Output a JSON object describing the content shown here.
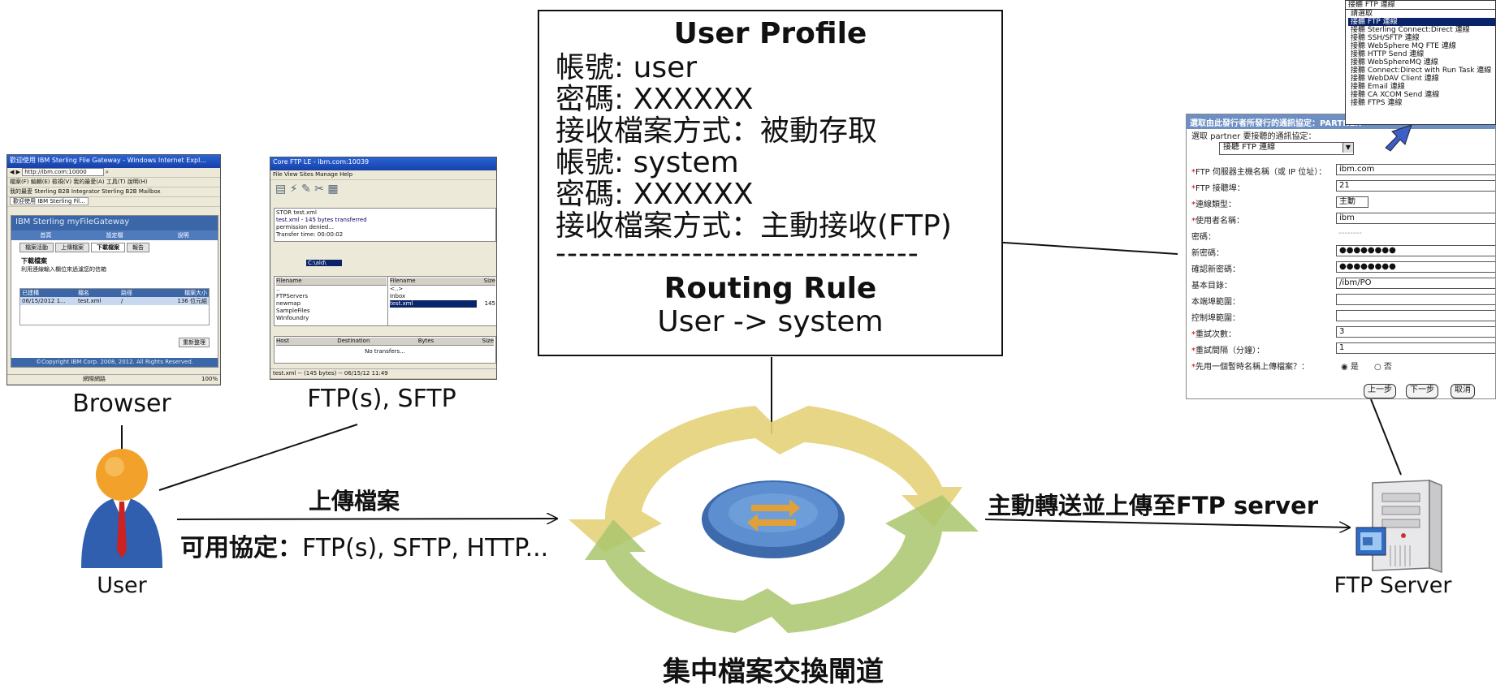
{
  "labels": {
    "browser": "Browser",
    "ftp_clients": "FTP(s), SFTP",
    "user": "User",
    "ftp_server": "FTP Server",
    "gateway": "集中檔案交換閘道"
  },
  "arrows": {
    "upload_title": "上傳檔案",
    "upload_protocols_prefix": "可用協定：",
    "upload_protocols": "FTP(s), SFTP, HTTP...",
    "push_label": "主動轉送並上傳至FTP server"
  },
  "profile": {
    "title": "User Profile",
    "lines": [
      "帳號: user",
      "密碼: XXXXXX",
      "接收檔案方式：被動存取",
      "帳號: system",
      "密碼: XXXXXX",
      "接收檔案方式：主動接收(FTP)"
    ],
    "separator": "--------------------------------",
    "routing_title": "Routing Rule",
    "routing_rule": "User -> system"
  },
  "browser_window": {
    "title": "歡迎使用 IBM Sterling File Gateway - Windows Internet Expl...",
    "address": "http://ibm.com:10000",
    "menu": "檔案(F)  編輯(E)  檢視(V)  我的最愛(A)  工具(T)  說明(H)",
    "favorites": "我的最愛   Sterling B2B Integrator   Sterling B2B Mailbox",
    "tab": "歡迎使用 IBM Sterling Fil...",
    "app_title": "IBM Sterling myFileGateway",
    "nav": [
      "首頁",
      "設定檔",
      "說明"
    ],
    "tabs": [
      "檔案活動",
      "上傳檔案",
      "下載檔案",
      "報告"
    ],
    "section_title": "下載檔案",
    "section_desc": "利用連線輸入欄位來過濾您的信箱",
    "columns": [
      "已建構",
      "檔名",
      "路徑",
      "檔案大小"
    ],
    "row": [
      "06/15/2012 1...",
      "test.xml",
      "/",
      "136 位元組"
    ],
    "refresh": "重新整理",
    "copyright": "©Copyright IBM Corp. 2008, 2012. All Rights Reserved.",
    "status": "網際網路",
    "zoom": "100%"
  },
  "ftp_window": {
    "title": "Core FTP LE - ibm.com:10039",
    "menu": "File  View  Sites  Manage  Help",
    "log": [
      "STOR test.xml",
      "test.xml - 145 bytes transferred",
      "permission denied...",
      "Transfer time: 00:00:02"
    ],
    "local_drive": "C:\\ald\\",
    "local_header": "Filename",
    "local_files": [
      "..",
      "FTPServers",
      "newmap",
      "SampleFiles",
      "Winfoundry"
    ],
    "remote_header": [
      "Filename",
      "Size"
    ],
    "remote_files": [
      "<..>",
      "Inbox",
      "test.xml"
    ],
    "remote_size": "145",
    "queue_header": [
      "Host",
      "Destination",
      "Bytes",
      "Size"
    ],
    "queue_status": "No transfers...",
    "statusbar": "test.xml -- (145 bytes) -- 06/15/12 11:49"
  },
  "protocol_list": {
    "top": "接聽 FTP 連線",
    "items": [
      "請選取",
      "接聽 FTP 連線",
      "接聽 Sterling Connect:Direct 連線",
      "接聽 SSH/SFTP 連線",
      "接聽 WebSphere MQ FTE 連線",
      "接聽 HTTP Send 連線",
      "接聽 WebSphereMQ 連線",
      "接聽 Connect:Direct with Run Task 連線",
      "接聽 WebDAV Client 連線",
      "接聽 Email 連線",
      "接聽 CA XCOM Send 連線",
      "接聽 FTPS 連線"
    ]
  },
  "config": {
    "header": "選取由此發行者所發行的通訊協定：PARTNER",
    "select_label": "選取 partner 要接聽的通訊協定：",
    "select_value": "接聽 FTP 連線",
    "fields": [
      {
        "label": "FTP 伺服器主機名稱（或 IP 位址）：",
        "value": "ibm.com",
        "required": true
      },
      {
        "label": "FTP 接聽埠：",
        "value": "21",
        "required": true
      },
      {
        "label": "連線類型：",
        "value": "主動",
        "required": true
      },
      {
        "label": "使用者名稱：",
        "value": "ibm",
        "required": true
      },
      {
        "label": "密碼：",
        "value": "--------",
        "required": false
      },
      {
        "label": "新密碼：",
        "value": "●●●●●●●●",
        "required": false
      },
      {
        "label": "確認新密碼：",
        "value": "●●●●●●●●",
        "required": false
      },
      {
        "label": "基本目錄：",
        "value": "/ibm/PO",
        "required": false
      },
      {
        "label": "本端埠範圍：",
        "value": "",
        "required": false
      },
      {
        "label": "控制埠範圍：",
        "value": "",
        "required": false
      },
      {
        "label": "重試次數：",
        "value": "3",
        "required": true
      },
      {
        "label": "重試間隔（分鐘）：",
        "value": "1",
        "required": true
      },
      {
        "label": "先用一個暫時名稱上傳檔案？：",
        "value": "",
        "required": true
      }
    ],
    "radio_yes": "是",
    "radio_no": "否",
    "buttons": [
      "上一步",
      "下一步",
      "取消"
    ]
  },
  "colors": {
    "ring_yellow": "#e6d27a",
    "ring_green": "#a9c56c",
    "disc_blue": "#4f7ec0",
    "disc_arrow": "#e0a03a",
    "user_orange": "#f2a12a",
    "user_blue": "#2f5fae",
    "tie_red": "#cc2222"
  }
}
